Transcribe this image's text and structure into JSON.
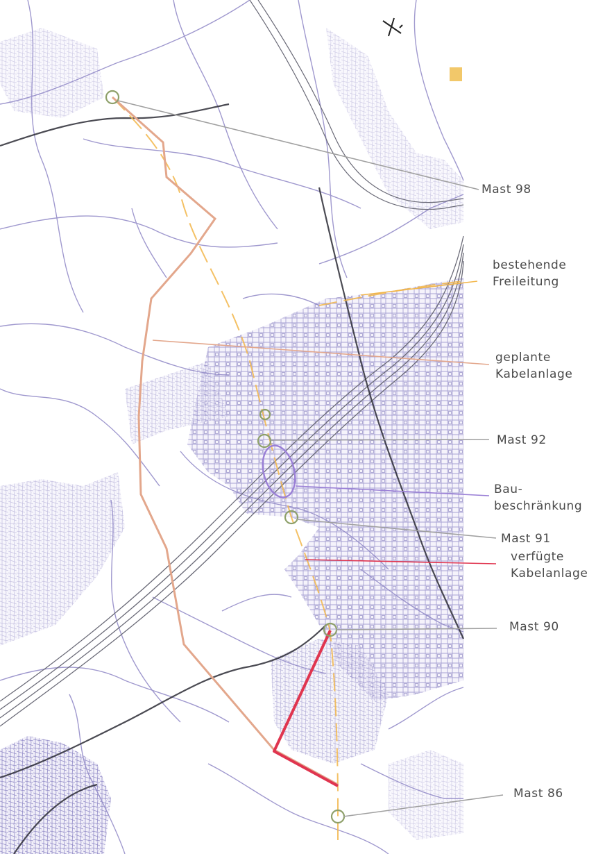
{
  "legend": {
    "mast_98": "Mast 98",
    "bestehende_freileitung": "bestehende\nFreileitung",
    "geplante_kabelanlage": "geplante\nKabelanlage",
    "mast_92": "Mast 92",
    "baubeschraenkung": "Bau-\nbeschränkung",
    "mast_91": "Mast 91",
    "mast_90": "Mast 90",
    "verfuegte_kabelanlage": "verfügte\nKabelanlage",
    "mast_86": "Mast 86"
  },
  "colors": {
    "background": "#ffffff",
    "street_network": "#8f87c6",
    "dense_streets": "#7a72b8",
    "main_road": "#2b2b35",
    "railway": "#6b6b78",
    "existing_overhead_line": "#f2b64a",
    "planned_cable": "#e3a78c",
    "ordered_cable": "#e0354f",
    "construction_restriction": "#9a7fd6",
    "mast_marker": "#8ea06a",
    "leader_line": "#a0a0a0",
    "label_text": "#4a4a4a"
  },
  "icons": {
    "north_arrow": "north-arrow-icon",
    "mast_marker": "mast-circle-icon"
  }
}
